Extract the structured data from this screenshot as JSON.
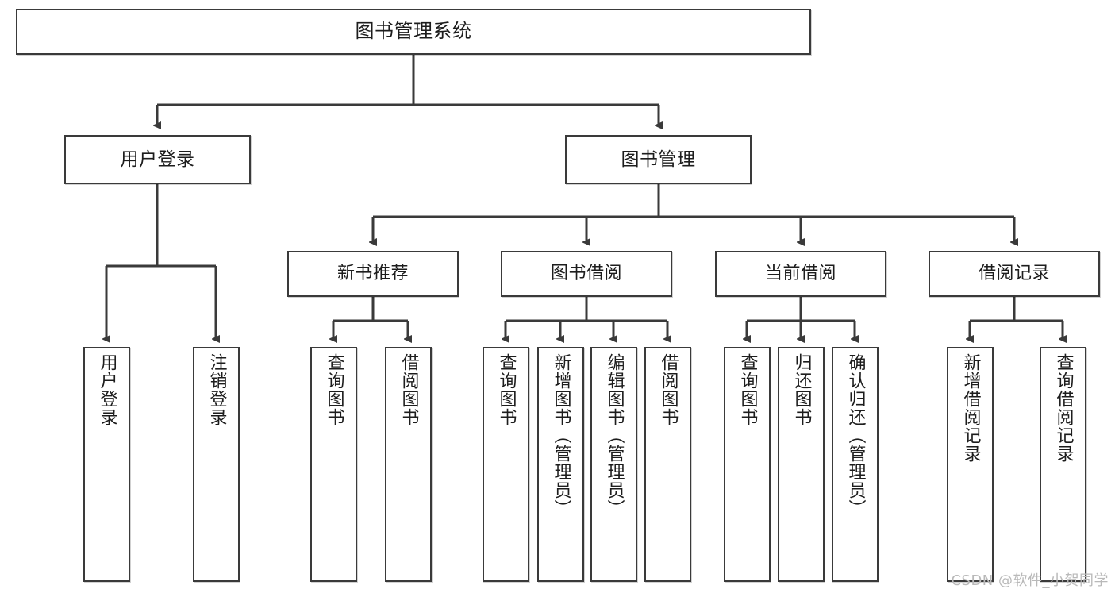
{
  "diagram": {
    "title": "图书管理系统",
    "type": "tree-hierarchy",
    "watermark": "CSDN @软件_小贺同学",
    "colors": {
      "box_border": "#3a3a3a",
      "box_fill": "#ffffff",
      "connector": "#3a3a3a",
      "text": "#1d1d1d",
      "watermark": "#b9b9b9"
    }
  },
  "nodes": {
    "root": {
      "label": "图书管理系统"
    },
    "level2": [
      {
        "id": "user-login",
        "label": "用户登录"
      },
      {
        "id": "book-manage",
        "label": "图书管理"
      }
    ],
    "level3": [
      {
        "id": "new-book-recommend",
        "label": "新书推荐"
      },
      {
        "id": "book-borrow",
        "label": "图书借阅"
      },
      {
        "id": "current-borrow",
        "label": "当前借阅"
      },
      {
        "id": "borrow-record",
        "label": "借阅记录"
      }
    ],
    "leaves": {
      "user_login": [
        {
          "id": "leaf-user-login",
          "label": "用户登录"
        },
        {
          "id": "leaf-logout-login",
          "label": "注销登录"
        }
      ],
      "new_book_recommend": [
        {
          "id": "leaf-query-book-1",
          "label": "查询图书"
        },
        {
          "id": "leaf-borrow-book-1",
          "label": "借阅图书"
        }
      ],
      "book_borrow": [
        {
          "id": "leaf-query-book-2",
          "label": "查询图书"
        },
        {
          "id": "leaf-add-book",
          "label": "新增图书（管理员）"
        },
        {
          "id": "leaf-edit-book",
          "label": "编辑图书（管理员）"
        },
        {
          "id": "leaf-borrow-book-2",
          "label": "借阅图书"
        }
      ],
      "current_borrow": [
        {
          "id": "leaf-query-book-3",
          "label": "查询图书"
        },
        {
          "id": "leaf-return-book",
          "label": "归还图书"
        },
        {
          "id": "leaf-confirm-return",
          "label": "确认归还（管理员）"
        }
      ],
      "borrow_record": [
        {
          "id": "leaf-add-borrow-record",
          "label": "新增借阅记录"
        },
        {
          "id": "leaf-query-borrow-record",
          "label": "查询借阅记录"
        }
      ]
    }
  }
}
